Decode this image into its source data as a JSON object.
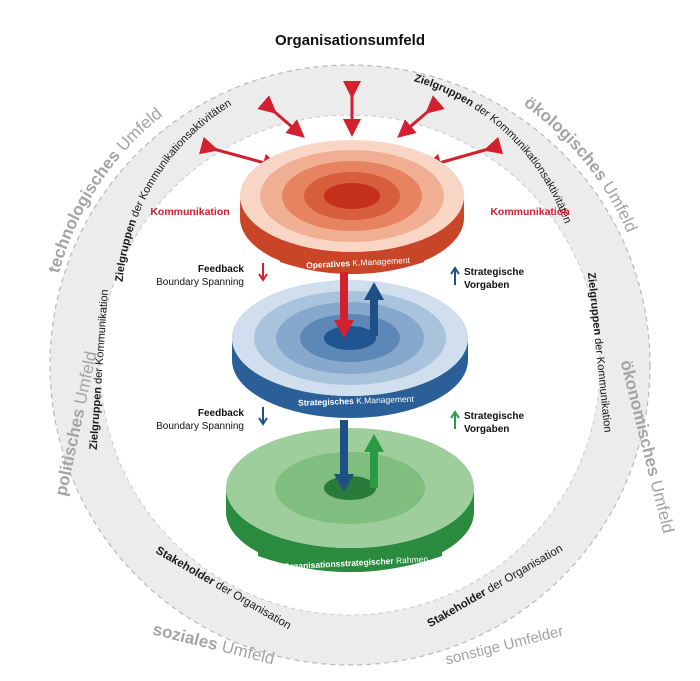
{
  "title": "Organisationsumfeld",
  "environments": [
    {
      "id": "technologisch",
      "bold": "technologisches",
      "regular": " Umfeld"
    },
    {
      "id": "oekologisch",
      "bold": "ökologisches",
      "regular": " Umfeld"
    },
    {
      "id": "politisch",
      "bold": "politisches",
      "regular": " Umfeld"
    },
    {
      "id": "oekonomisch",
      "bold": "ökonomisches",
      "regular": " Umfeld"
    },
    {
      "id": "sozial",
      "bold": "soziales",
      "regular": " Umfeld"
    },
    {
      "id": "sonstige",
      "bold": "",
      "regular": "sonstige Umfelder"
    }
  ],
  "groups": {
    "zielgruppen_bold": "Zielgruppen",
    "zielgruppen_aktivitaeten": " der Kommunikationsaktivitäten",
    "zielgruppen_kommunikation": " der Kommunikation",
    "stakeholder_bold": "Stakeholder",
    "stakeholder_rest": " der Organisation"
  },
  "kommunikation_label": "Kommunikation",
  "flows": [
    {
      "id": "feedback-upper",
      "bold": "Feedback",
      "regular": "Boundary Spanning"
    },
    {
      "id": "vorgaben-upper",
      "line1": "Strategische",
      "line2": "Vorgaben"
    },
    {
      "id": "feedback-lower",
      "bold": "Feedback",
      "regular": "Boundary Spanning"
    },
    {
      "id": "vorgaben-lower",
      "line1": "Strategische",
      "line2": "Vorgaben"
    }
  ],
  "disks": {
    "operativ": {
      "bold": "Operatives",
      "regular": " K.Management"
    },
    "strategisch": {
      "bold": "Strategisches",
      "regular": " K.Management"
    },
    "organisation": {
      "bold": "Organisationsstrategischer",
      "regular": " Rahmen"
    }
  },
  "colors": {
    "outer_circle_fill": "#ececec",
    "outer_circle_stroke": "#b9b9b9",
    "communication_red": "#d2202f",
    "operativ_dark": "#c84527",
    "operativ_core": "#c5301c",
    "strategisch_dark": "#2a5f97",
    "strategisch_core": "#1f5590",
    "organisation_dark": "#2a8a3e",
    "organisation_core": "#2a7a3a",
    "arrow_red": "#d2202f",
    "arrow_blue": "#1e4f85",
    "arrow_green": "#2b9a44"
  }
}
